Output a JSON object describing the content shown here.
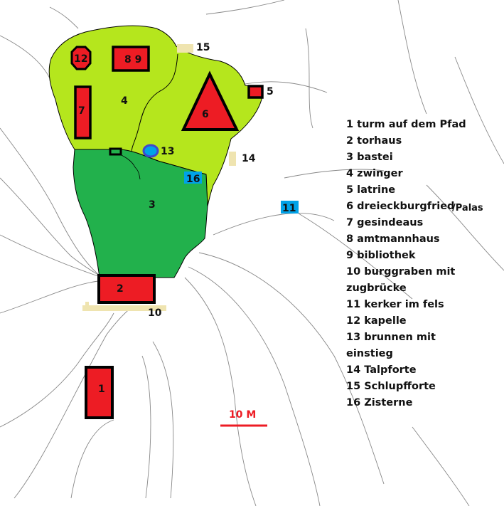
{
  "colors": {
    "zwinger": "#b5e61d",
    "bastei": "#22b14c",
    "building": "#ed1c24",
    "outline": "#000000",
    "cistern": "#00a2e8",
    "gate": "#efe4b0",
    "well": "#3f48cc",
    "scale": "#ed1c24"
  },
  "map_labels": {
    "l1": "1",
    "l2": "2",
    "l3": "3",
    "l4": "4",
    "l5": "5",
    "l6": "6",
    "l7": "7",
    "l89": "8 9",
    "l10": "10",
    "l11": "11",
    "l12": "12",
    "l13": "13",
    "l14": "14",
    "l15": "15",
    "l16": "16"
  },
  "scale_bar": {
    "label": "10 M"
  },
  "legend": [
    "1 turm auf dem Pfad",
    "2 torhaus",
    "3 bastei",
    "4 zwinger",
    "5 latrine",
    "6 dreieckburgfried",
    "7 gesindeaus",
    "8 amtmannhaus",
    "9 bibliothek",
    "10 burggraben mit",
    "zugbrücke",
    "11 kerker im fels",
    "12 kapelle",
    "13 brunnen mit",
    "einstieg",
    "14 Talpforte",
    "15 Schlupfforte",
    "16 Zisterne"
  ],
  "legend_suffix_6": "/Palas"
}
